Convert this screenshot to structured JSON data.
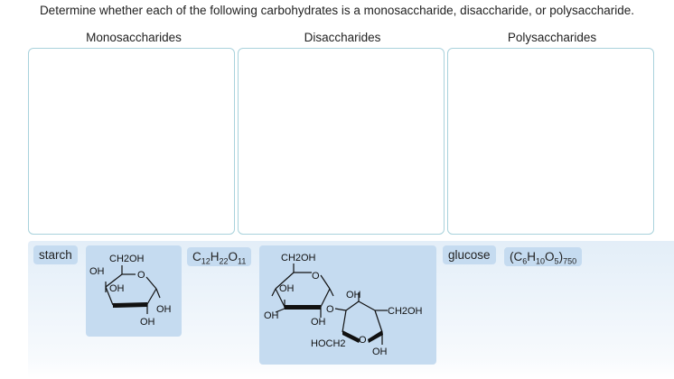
{
  "instruction": "Determine whether each of the following carbohydrates is a monosaccharide, disaccharide, or polysaccharide.",
  "categories": [
    {
      "title": "Monosaccharides"
    },
    {
      "title": "Disaccharides"
    },
    {
      "title": "Polysaccharides"
    }
  ],
  "tiles": {
    "starch": "starch",
    "formula1": {
      "c": "C",
      "c_sub": "12",
      "h": "H",
      "h_sub": "22",
      "o": "O",
      "o_sub": "11"
    },
    "glucose": "glucose",
    "formula2": {
      "open": "(C",
      "c_sub": "6",
      "h": "H",
      "h_sub": "10",
      "o": "O",
      "o_sub": "5",
      "close": ")",
      "n_sub": "750"
    },
    "glucose_structure": {
      "labels": [
        "CH2OH",
        "OH",
        "O",
        "OH",
        "OH",
        "OH"
      ]
    },
    "sucrose_structure": {
      "labels": [
        "CH2OH",
        "O",
        "OH",
        "O",
        "OH",
        "OH",
        "OH",
        "CH2OH",
        "HOCH2",
        "O",
        "OH"
      ]
    }
  }
}
